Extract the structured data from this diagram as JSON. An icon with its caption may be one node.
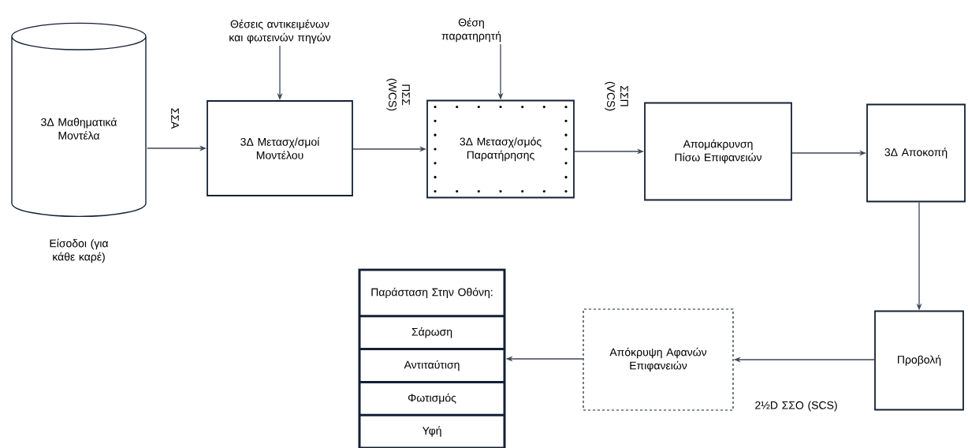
{
  "diagram": {
    "nodes": [
      {
        "text": [
          "3Δ Μαθηματικά Μοντέλα"
        ],
        "beside": [
          "Είσοδοι (για κάθε καρέ)"
        ]
      },
      {
        "text": [
          "Θέσεις αντικειμένων και φωτεινών πηγών"
        ]
      },
      {
        "text": [
          "3Δ Μετασχ/σμοί Μοντέλου"
        ]
      },
      {
        "text": [
          "Θέση παρατηρητή"
        ]
      },
      {
        "text": [
          "3Δ Μετασχ/σμός Παρατήρησης"
        ]
      },
      {
        "text": [
          "Απομάκρυνση Πίσω Επιφανειών"
        ]
      },
      {
        "text": [
          "3Δ Αποκοπή"
        ]
      },
      {
        "text": [
          "Προβολή"
        ]
      },
      {
        "text": [
          "Απόκρυψη Αφανών Επιφανειών"
        ]
      },
      {
        "text": [
          "Παράσταση Στην Οθόνη:",
          "Σάρωση",
          "Αντιταύτιση",
          "Φωτισμός",
          "Υφή"
        ]
      }
    ],
    "edges": [
      {
        "from": 0,
        "to": 2,
        "arrow": "to",
        "label": "ΣΣΑ"
      },
      {
        "from": 1,
        "to": 2,
        "arrow": "to"
      },
      {
        "from": 2,
        "to": 4,
        "arrow": "to",
        "label": "ΠΣΣ (WCS)"
      },
      {
        "from": 3,
        "to": 4,
        "arrow": "to"
      },
      {
        "from": 4,
        "to": 5,
        "arrow": "to",
        "label": "ΣΣΠ (VCS)"
      },
      {
        "from": 5,
        "to": 6,
        "arrow": "to"
      },
      {
        "from": 6,
        "to": 7,
        "arrow": "to"
      },
      {
        "from": 7,
        "to": 8,
        "arrow": "to",
        "label": "2½D ΣΣΟ (SCS)"
      },
      {
        "from": 8,
        "to": 9,
        "arrow": "to"
      }
    ]
  }
}
